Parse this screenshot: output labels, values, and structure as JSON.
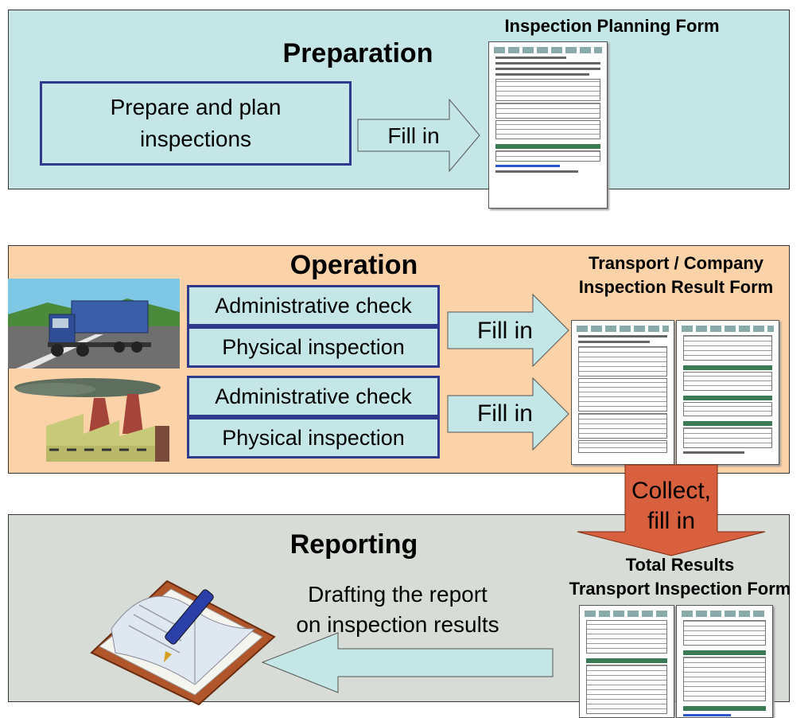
{
  "preparation": {
    "title": "Preparation",
    "box_label": "Prepare and plan\ninspections",
    "arrow_label": "Fill in",
    "form_title": "Inspection Planning Form"
  },
  "operation": {
    "title": "Operation",
    "form_title": "Transport / Company\nInspection Result Form",
    "transport": {
      "admin_label": "Administrative check",
      "physical_label": "Physical inspection",
      "arrow_label": "Fill in"
    },
    "company": {
      "admin_label": "Administrative check",
      "physical_label": "Physical inspection",
      "arrow_label": "Fill in"
    }
  },
  "collect": {
    "label": "Collect,\nfill in"
  },
  "reporting": {
    "title": "Reporting",
    "form_title": "Total Results\nTransport Inspection Form",
    "caption": "Drafting the report\non inspection results"
  },
  "colors": {
    "preparation_bg": "#c5e6e6",
    "operation_bg": "#fcd2a8",
    "reporting_bg": "#d7ddd6",
    "box_border": "#2f3a8f",
    "box_fill": "#c5e6e6",
    "arrow_fill": "#c5e6e6",
    "collect_arrow": "#d9603e"
  },
  "icons": [
    "truck-icon",
    "factory-icon",
    "notebook-pen-icon",
    "form-document-icon"
  ]
}
